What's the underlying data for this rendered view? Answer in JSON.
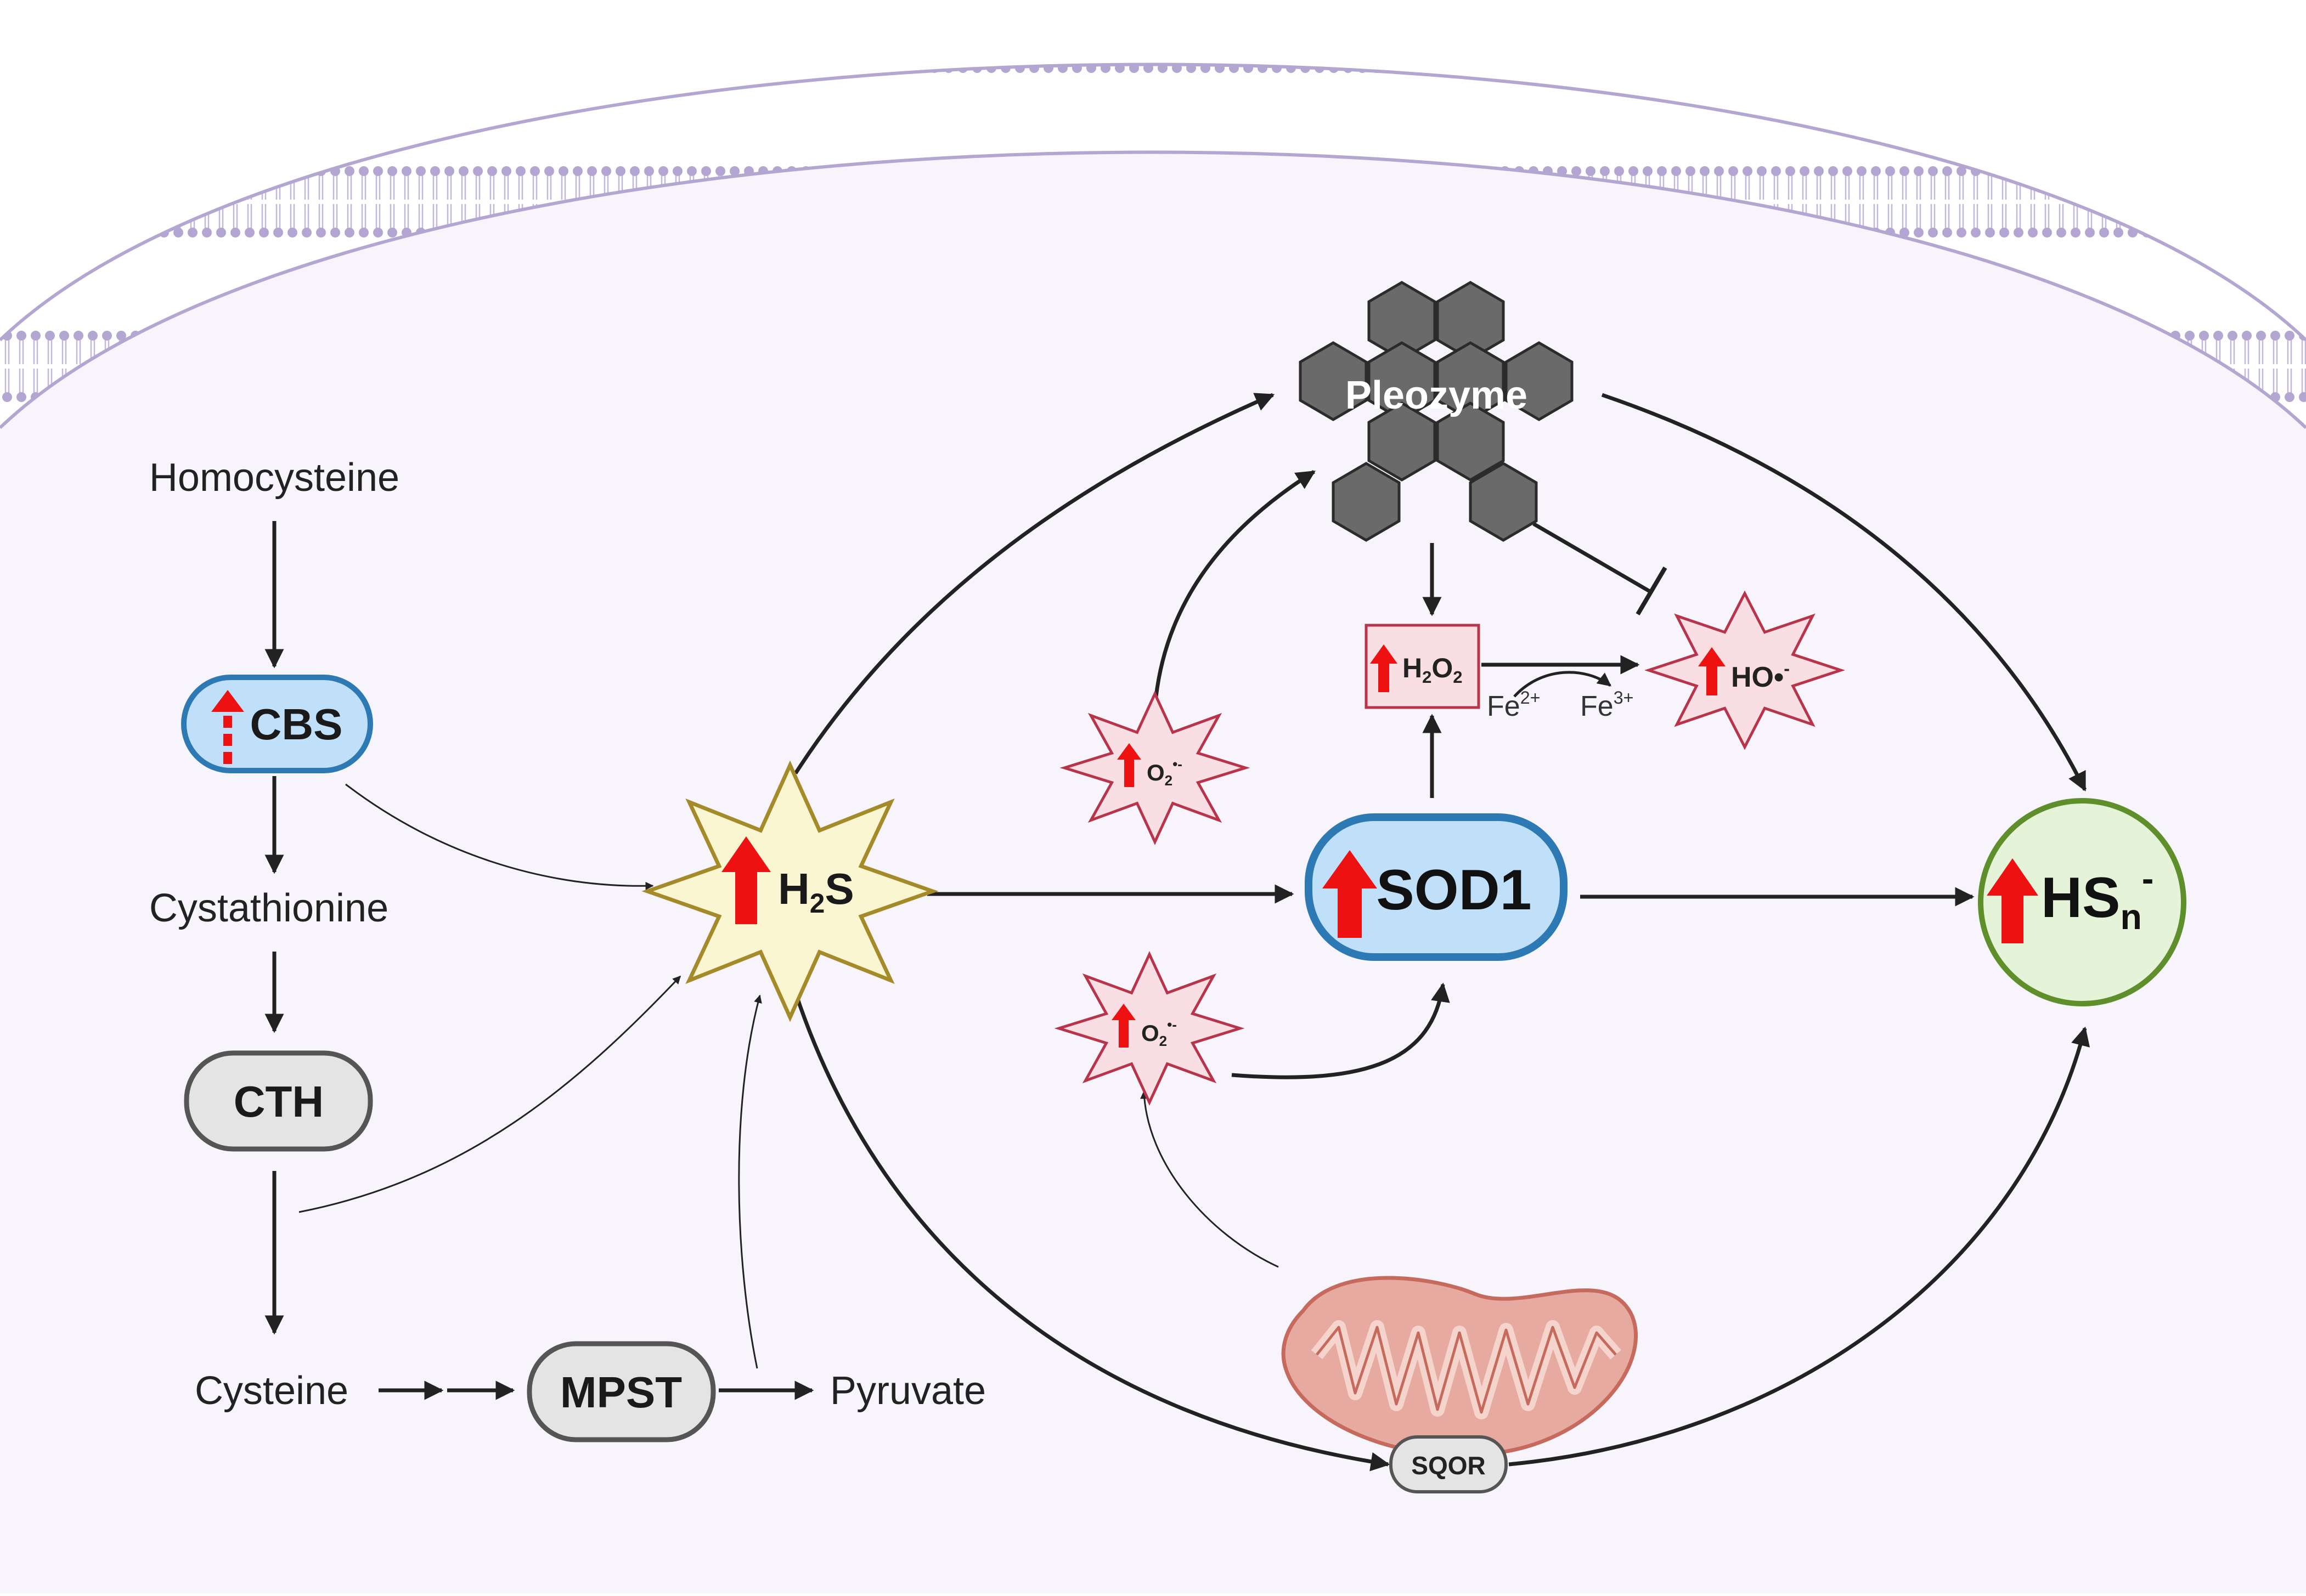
{
  "colors": {
    "background": "#f7f4fb",
    "membrane": "#b3a6d1",
    "enzyme_blue_fill": "#bfe0f8",
    "enzyme_blue_stroke": "#2d79b3",
    "gray_fill": "#e4e4e4",
    "gray_stroke": "#555555",
    "ros_fill": "#f9dfe3",
    "ros_stroke": "#b8344a",
    "h2s_fill": "#fbf6d2",
    "h2s_stroke": "#a58a2a",
    "hsn_fill": "#e5f3d8",
    "hsn_stroke": "#5e8f2b",
    "up_arrow": "#ee1111",
    "pleozyme_fill": "#6a6a6a",
    "mito_fill": "#e6aaa0",
    "mito_stroke": "#c76a5e",
    "arrow": "#222222"
  },
  "labels": {
    "homocysteine": "Homocysteine",
    "cbs": "CBS",
    "cystathionine": "Cystathionine",
    "cth": "CTH",
    "cysteine": "Cysteine",
    "mpst": "MPST",
    "pyruvate": "Pyruvate",
    "h2s": {
      "main": "H",
      "sub": "2",
      "tail": "S"
    },
    "sod1": "SOD1",
    "hsn": {
      "main": "HS",
      "sub": "n",
      "sup": "-"
    },
    "pleozyme": "Pleozyme",
    "h2o2": {
      "a": "H",
      "sub1": "2",
      "b": "O",
      "sub2": "2"
    },
    "ho_radical": {
      "main": "HO•",
      "sup": "-"
    },
    "superoxide": {
      "main": "O",
      "sub": "2",
      "sup": "•-"
    },
    "fe2": {
      "main": "Fe",
      "sup": "2+"
    },
    "fe3": {
      "main": "Fe",
      "sup": "3+"
    },
    "sqor": "SQOR"
  },
  "icons": {
    "up_arrow": "up-arrow-icon",
    "dashed_up_arrow": "dashed-up-arrow-icon",
    "pleozyme": "hexagon-cluster-icon",
    "mitochondrion": "mitochondrion-icon"
  }
}
